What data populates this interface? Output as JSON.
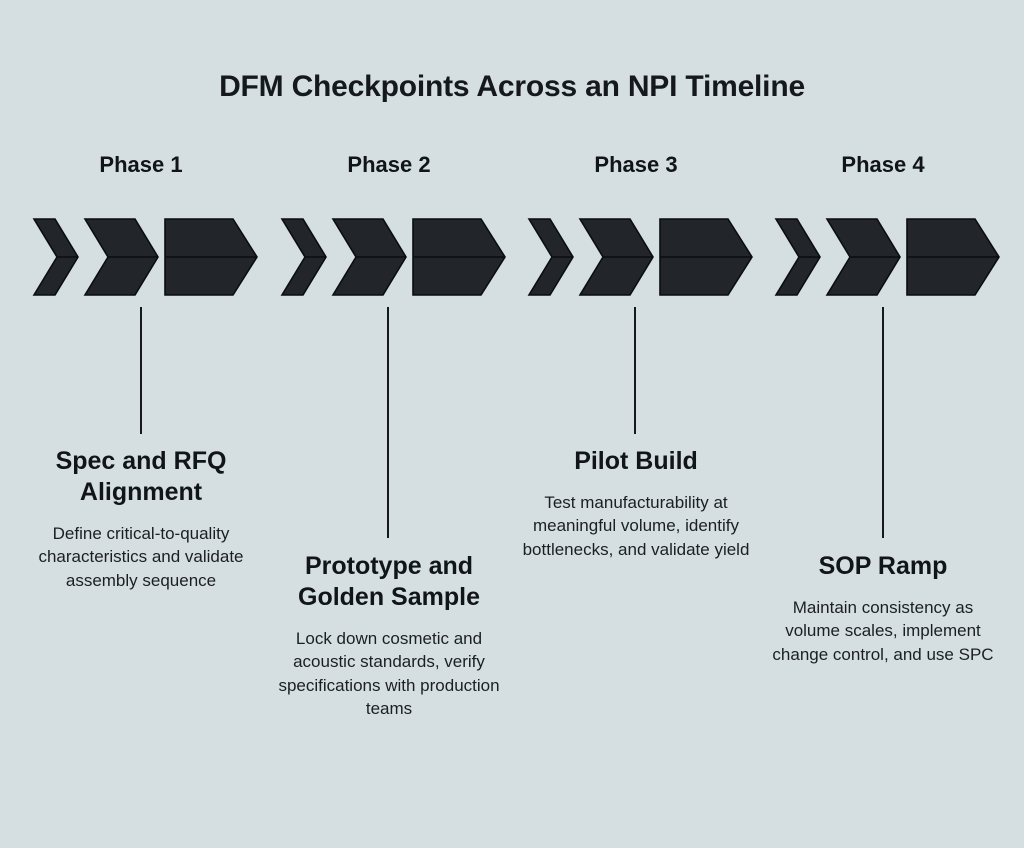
{
  "chart_data": {
    "type": "diagram",
    "diagram_kind": "chevron-timeline",
    "title": "DFM Checkpoints Across an NPI Timeline",
    "orientation": "horizontal-left-to-right",
    "phase_count": 4,
    "chevrons_per_phase": 3,
    "background_color": "#d5dfe1",
    "chevron_color": "#22262a",
    "text_color": "#111418",
    "phases": [
      {
        "label": "Phase 1",
        "heading": "Spec and RFQ Alignment",
        "body": "Define critical-to-quality characteristics and validate assembly sequence",
        "connector": "short",
        "text_position": "high"
      },
      {
        "label": "Phase 2",
        "heading": "Prototype and Golden Sample",
        "body": "Lock down cosmetic and acoustic standards, verify specifications with production teams",
        "connector": "long",
        "text_position": "low"
      },
      {
        "label": "Phase 3",
        "heading": "Pilot Build",
        "body": "Test manufacturability at meaningful volume, identify bottlenecks, and validate yield",
        "connector": "short",
        "text_position": "high"
      },
      {
        "label": "Phase 4",
        "heading": "SOP Ramp",
        "body": "Maintain consistency as volume scales, implement change control, and use SPC",
        "connector": "long",
        "text_position": "low"
      }
    ]
  }
}
